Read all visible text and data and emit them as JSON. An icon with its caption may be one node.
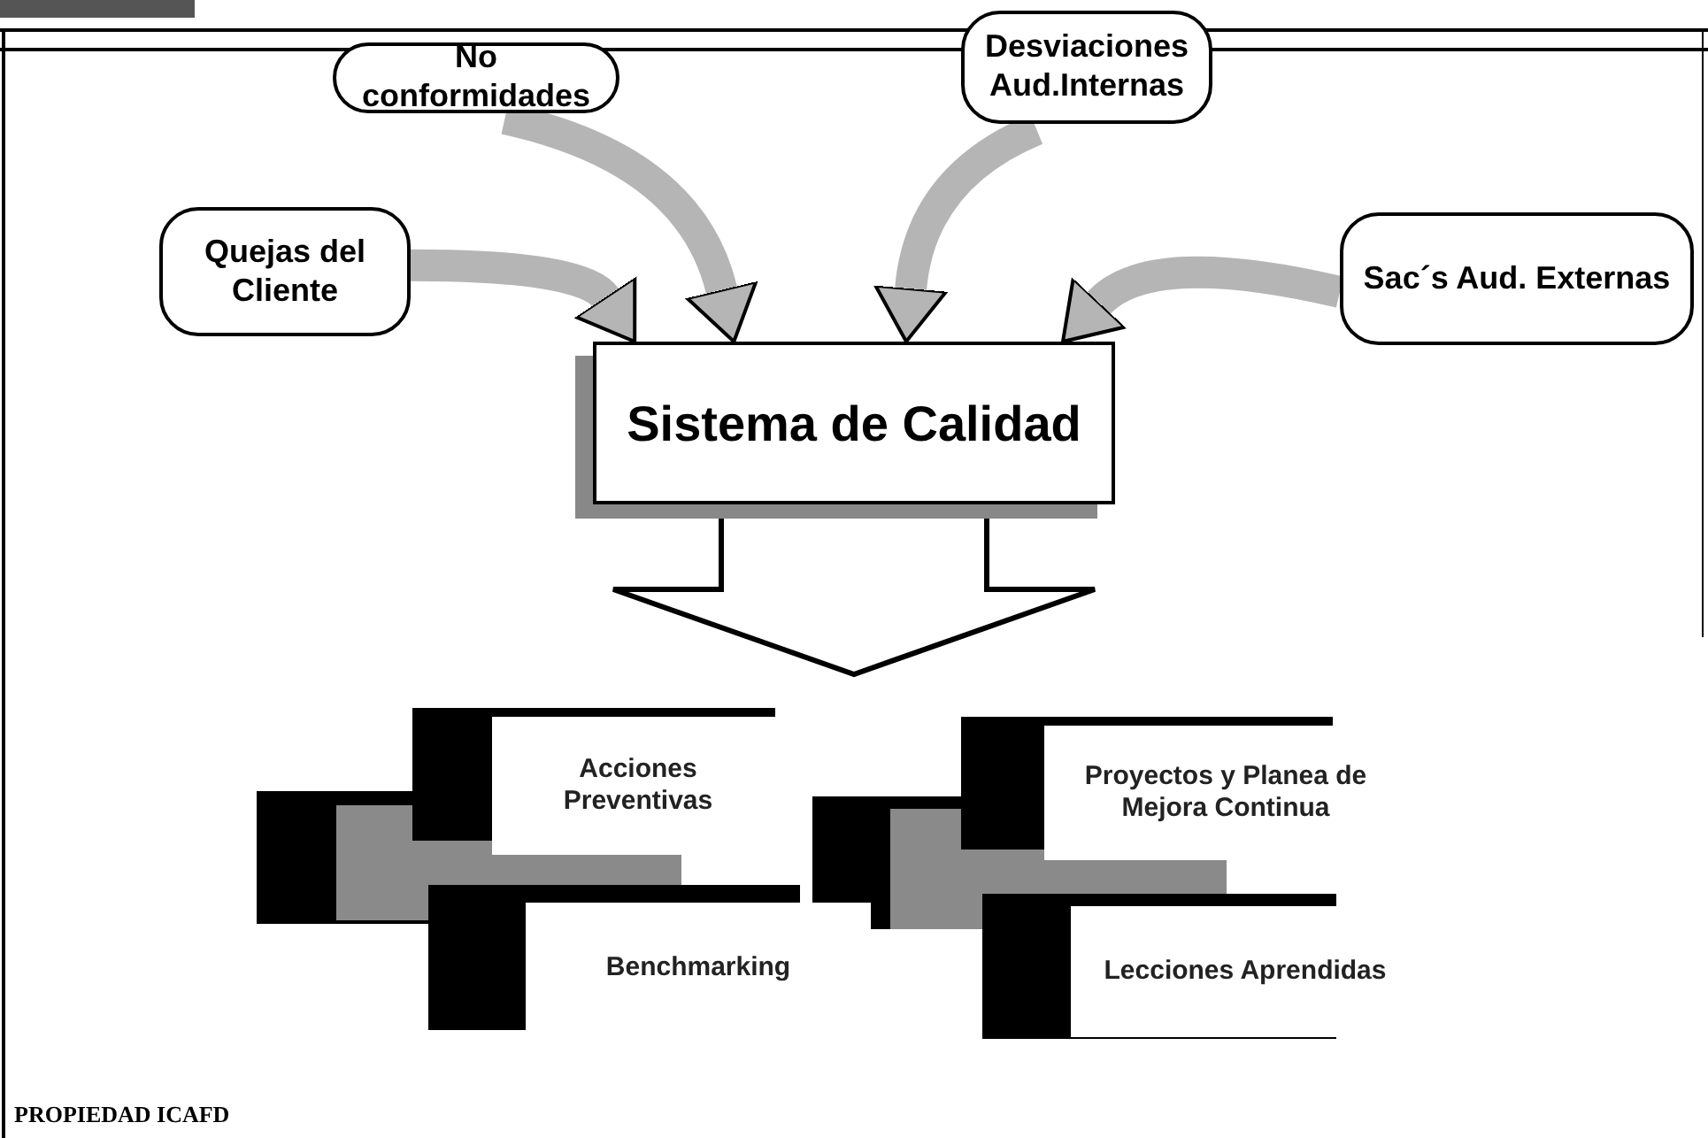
{
  "diagram": {
    "nodes": [
      {
        "text": [
          "Quejas del Cliente"
        ]
      },
      {
        "text": [
          "No conformidades"
        ]
      },
      {
        "text": [
          "Desviaciones Aud.Internas"
        ]
      },
      {
        "text": [
          "Sac´s Aud. Externas"
        ]
      },
      {
        "text": [
          "Sistema de Calidad"
        ]
      },
      {
        "text": [
          "Acciones Preventivas"
        ]
      },
      {
        "text": [
          "Benchmarking"
        ]
      },
      {
        "text": [
          "Proyectos y Planea de Mejora Continua"
        ]
      },
      {
        "text": [
          "Lecciones Aprendidas"
        ]
      }
    ],
    "edges": [
      {
        "from": 0,
        "to": 4,
        "arrow": "to"
      },
      {
        "from": 1,
        "to": 4,
        "arrow": "to"
      },
      {
        "from": 2,
        "to": 4,
        "arrow": "to"
      },
      {
        "from": 3,
        "to": 4,
        "arrow": "to"
      },
      {
        "from": 4,
        "to": null,
        "arrow": "to",
        "style": "thick"
      }
    ],
    "labels": [
      "PROPIEDAD ICAFD"
    ]
  }
}
